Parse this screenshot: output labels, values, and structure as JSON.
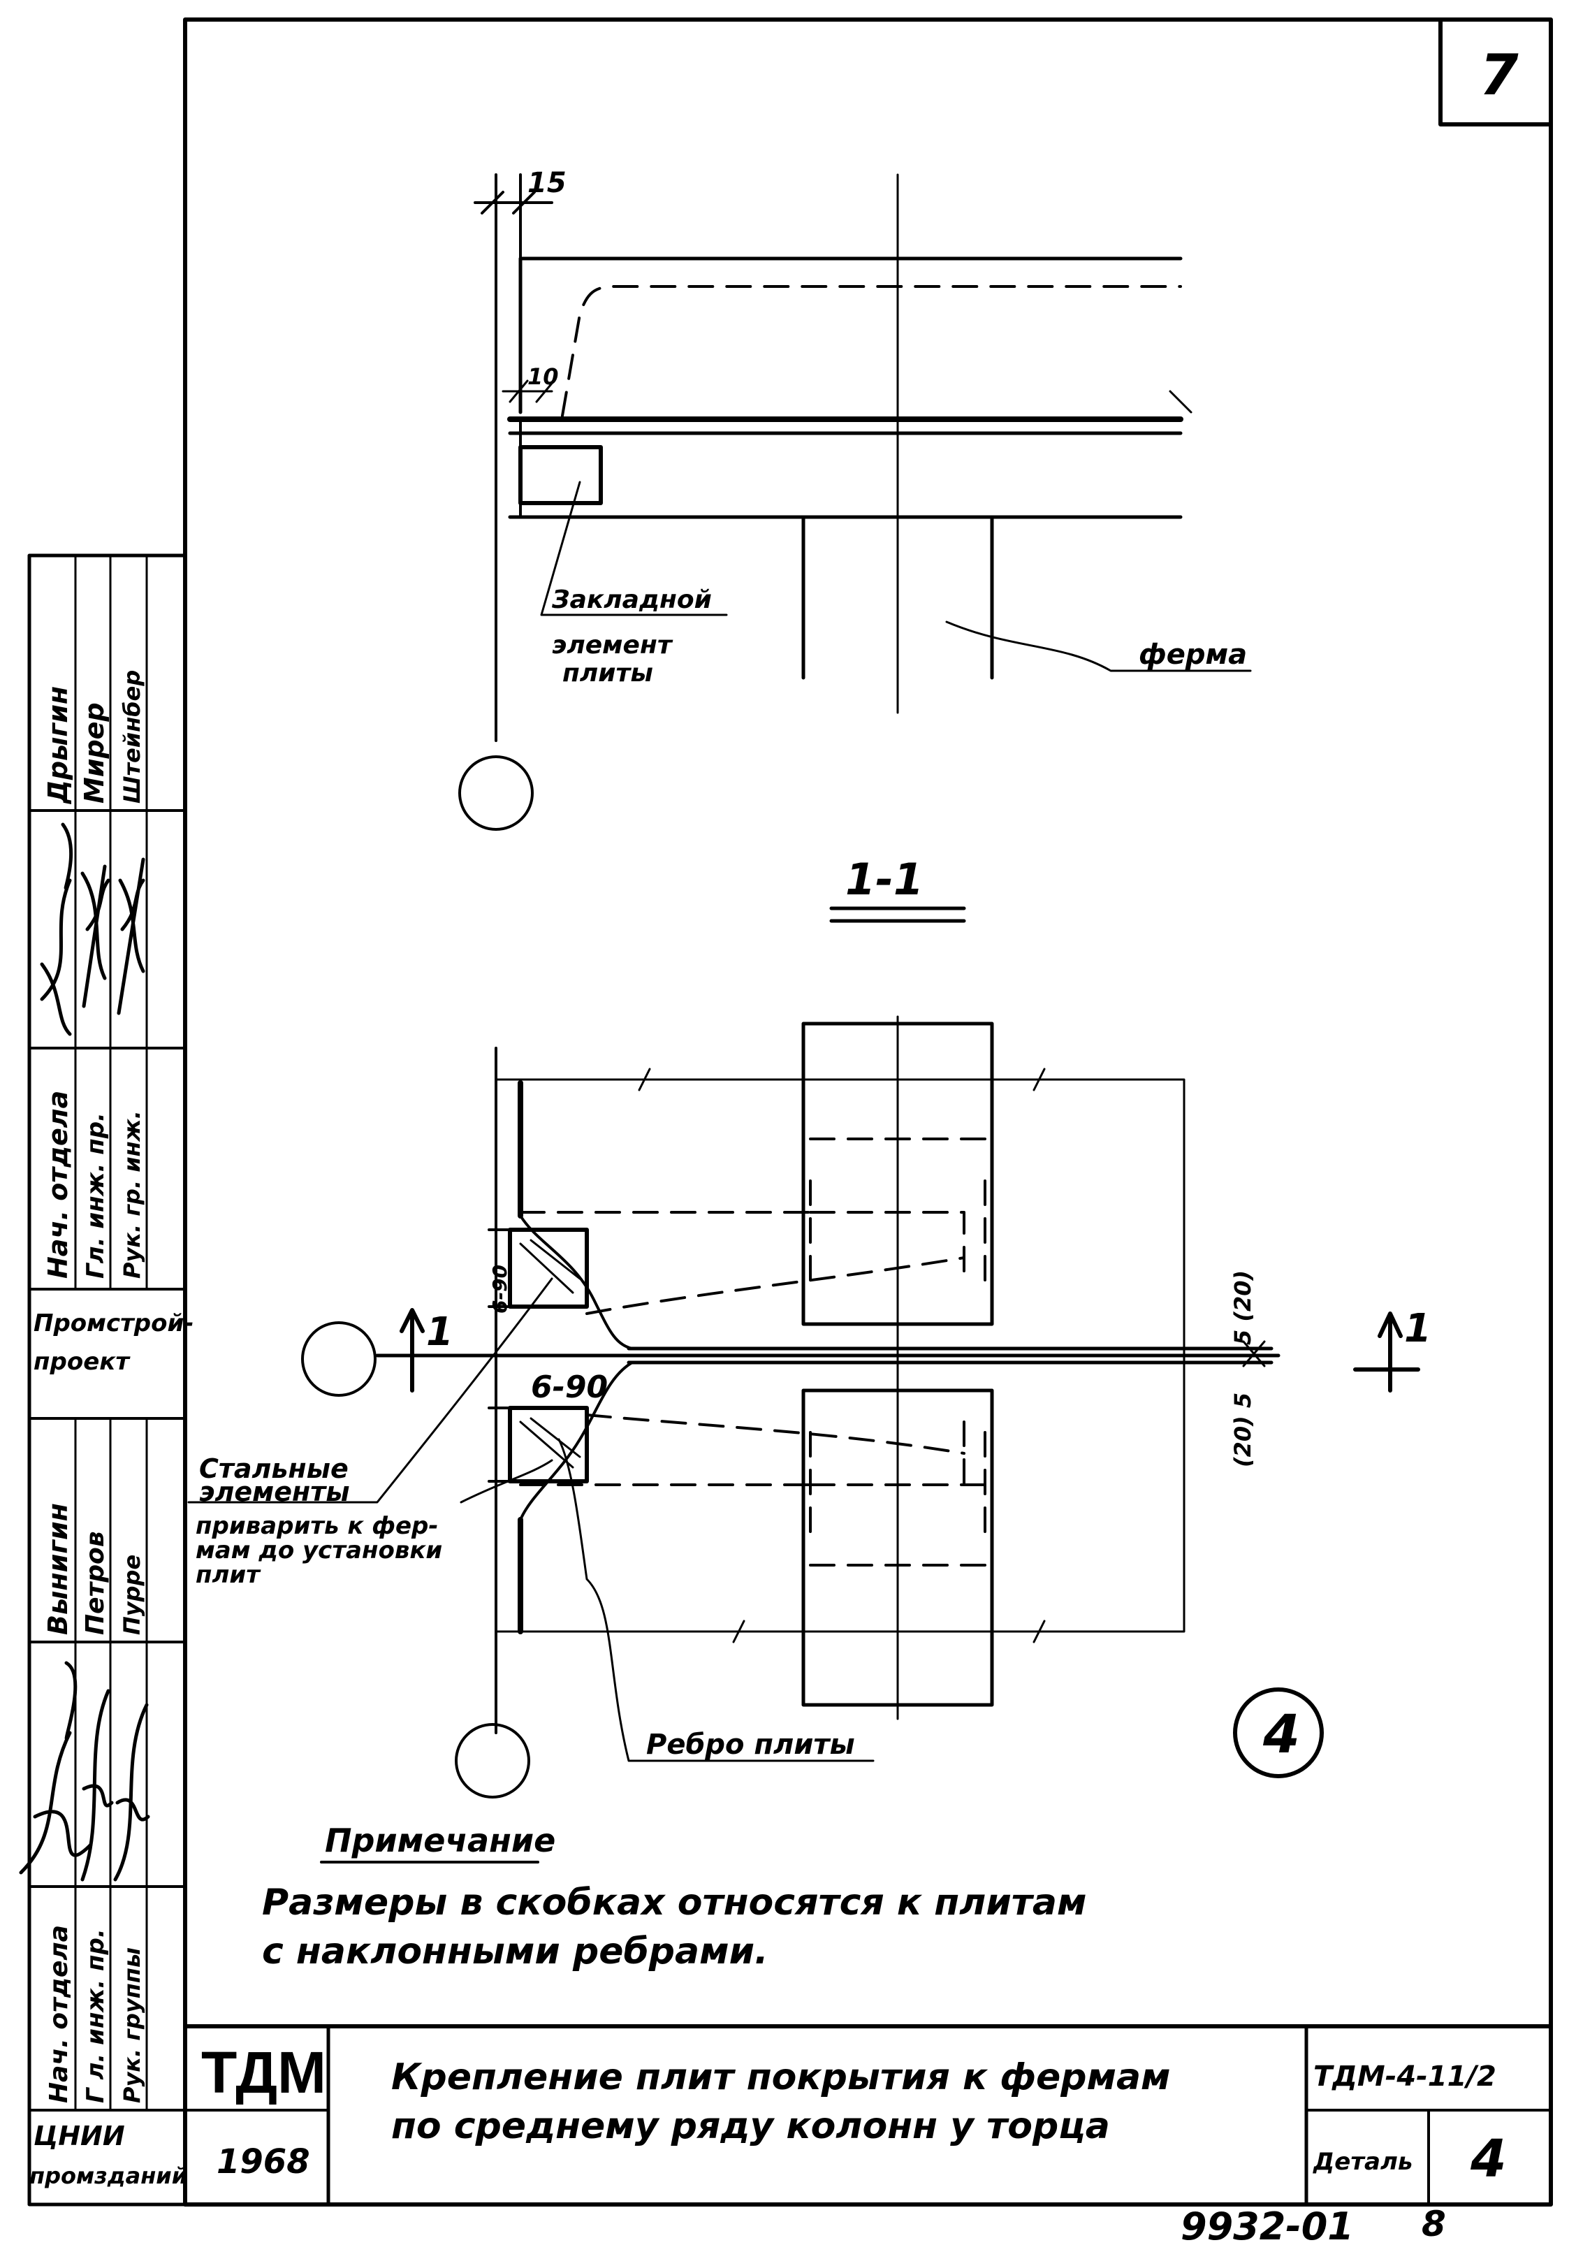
{
  "sheet": {
    "number": "7"
  },
  "section_1_1": {
    "title": "1-1",
    "dim_top": "15",
    "dim_inner": "10",
    "label_embedded_line1": "Закладной",
    "label_embedded_line2": "элемент",
    "label_embedded_line3": "плиты",
    "label_truss": "ферма"
  },
  "plan_view": {
    "cut_marker_left": "1",
    "cut_marker_right": "1",
    "weld_top": "6-90",
    "weld_bottom": "6-90",
    "dim_right_top": "5 (20)",
    "dim_right_bottom": "(20) 5",
    "detail_number": "4",
    "label_steel_line1": "Стальные",
    "label_steel_line2": "элементы",
    "label_steel_line3": "приварить к фер-",
    "label_steel_line4": "мам до установки",
    "label_steel_line5": "плит",
    "label_rib": "Ребро плиты"
  },
  "note": {
    "title": "Примечание",
    "line1": "Размеры в скобках относятся к плитам",
    "line2": "с наклонными ребрами."
  },
  "side_stamp": {
    "upper": {
      "roles": [
        "Нач. отдела",
        "Гл. инж. пр.",
        "Рук. гр. инж."
      ],
      "names": [
        "Дрыгин",
        "Мирер",
        "Штейнбер"
      ]
    },
    "upper_org": [
      "Промстрой-",
      "проект"
    ],
    "lower": {
      "roles": [
        "Нач. отдела",
        "Г л. инж. пр.",
        "Рук. группы"
      ],
      "names": [
        "Вынигин",
        "Петров",
        "Пурре"
      ]
    },
    "lower_org": [
      "ЦНИИ",
      "промзданий"
    ]
  },
  "title_block": {
    "logo": "ТДМ",
    "year": "1968",
    "title_line1": "Крепление плит покрытия к фермам",
    "title_line2": "по среднему ряду колонн у торца",
    "code": "ТДМ-4-11/2",
    "detail_label": "Деталь",
    "detail_number": "4"
  },
  "footer": {
    "album_number": "9932-01",
    "page": "8"
  }
}
